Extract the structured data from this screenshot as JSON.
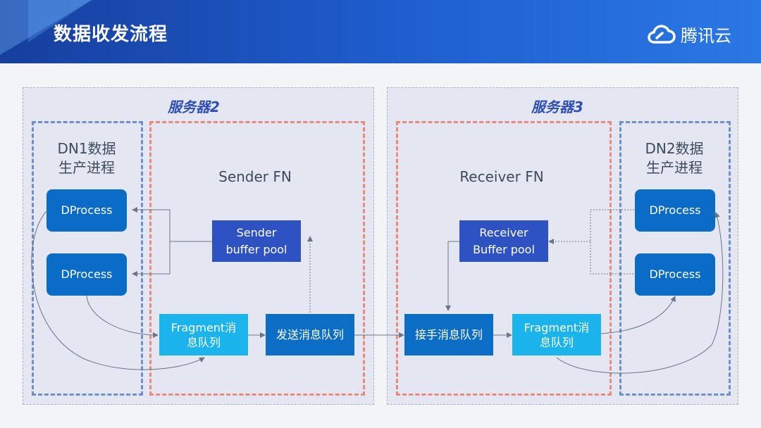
{
  "header": {
    "title": "数据收发流程",
    "brand": "腾讯云",
    "colors": {
      "gradient_start": "#163f9e",
      "gradient_end": "#2a78e4"
    }
  },
  "diagram": {
    "server2": {
      "title": "服务器2",
      "producer_label_line1": "DN1数据",
      "producer_label_line2": "生产进程",
      "process_top": "DProcess",
      "process_bottom": "DProcess",
      "fn_title": "Sender FN",
      "buffer_pool_line1": "Sender",
      "buffer_pool_line2": "buffer pool",
      "fragment_queue_line1": "Fragment消",
      "fragment_queue_line2": "息队列",
      "send_queue": "发送消息队列"
    },
    "server3": {
      "title": "服务器3",
      "fn_title": "Receiver FN",
      "buffer_pool_line1": "Receiver",
      "buffer_pool_line2": "Buffer pool",
      "receive_queue": "接手消息队列",
      "fragment_queue_line1": "Fragment消",
      "fragment_queue_line2": "息队列",
      "consumer_label_line1": "DN2数据",
      "consumer_label_line2": "生产进程",
      "process_top": "DProcess",
      "process_bottom": "DProcess"
    }
  }
}
